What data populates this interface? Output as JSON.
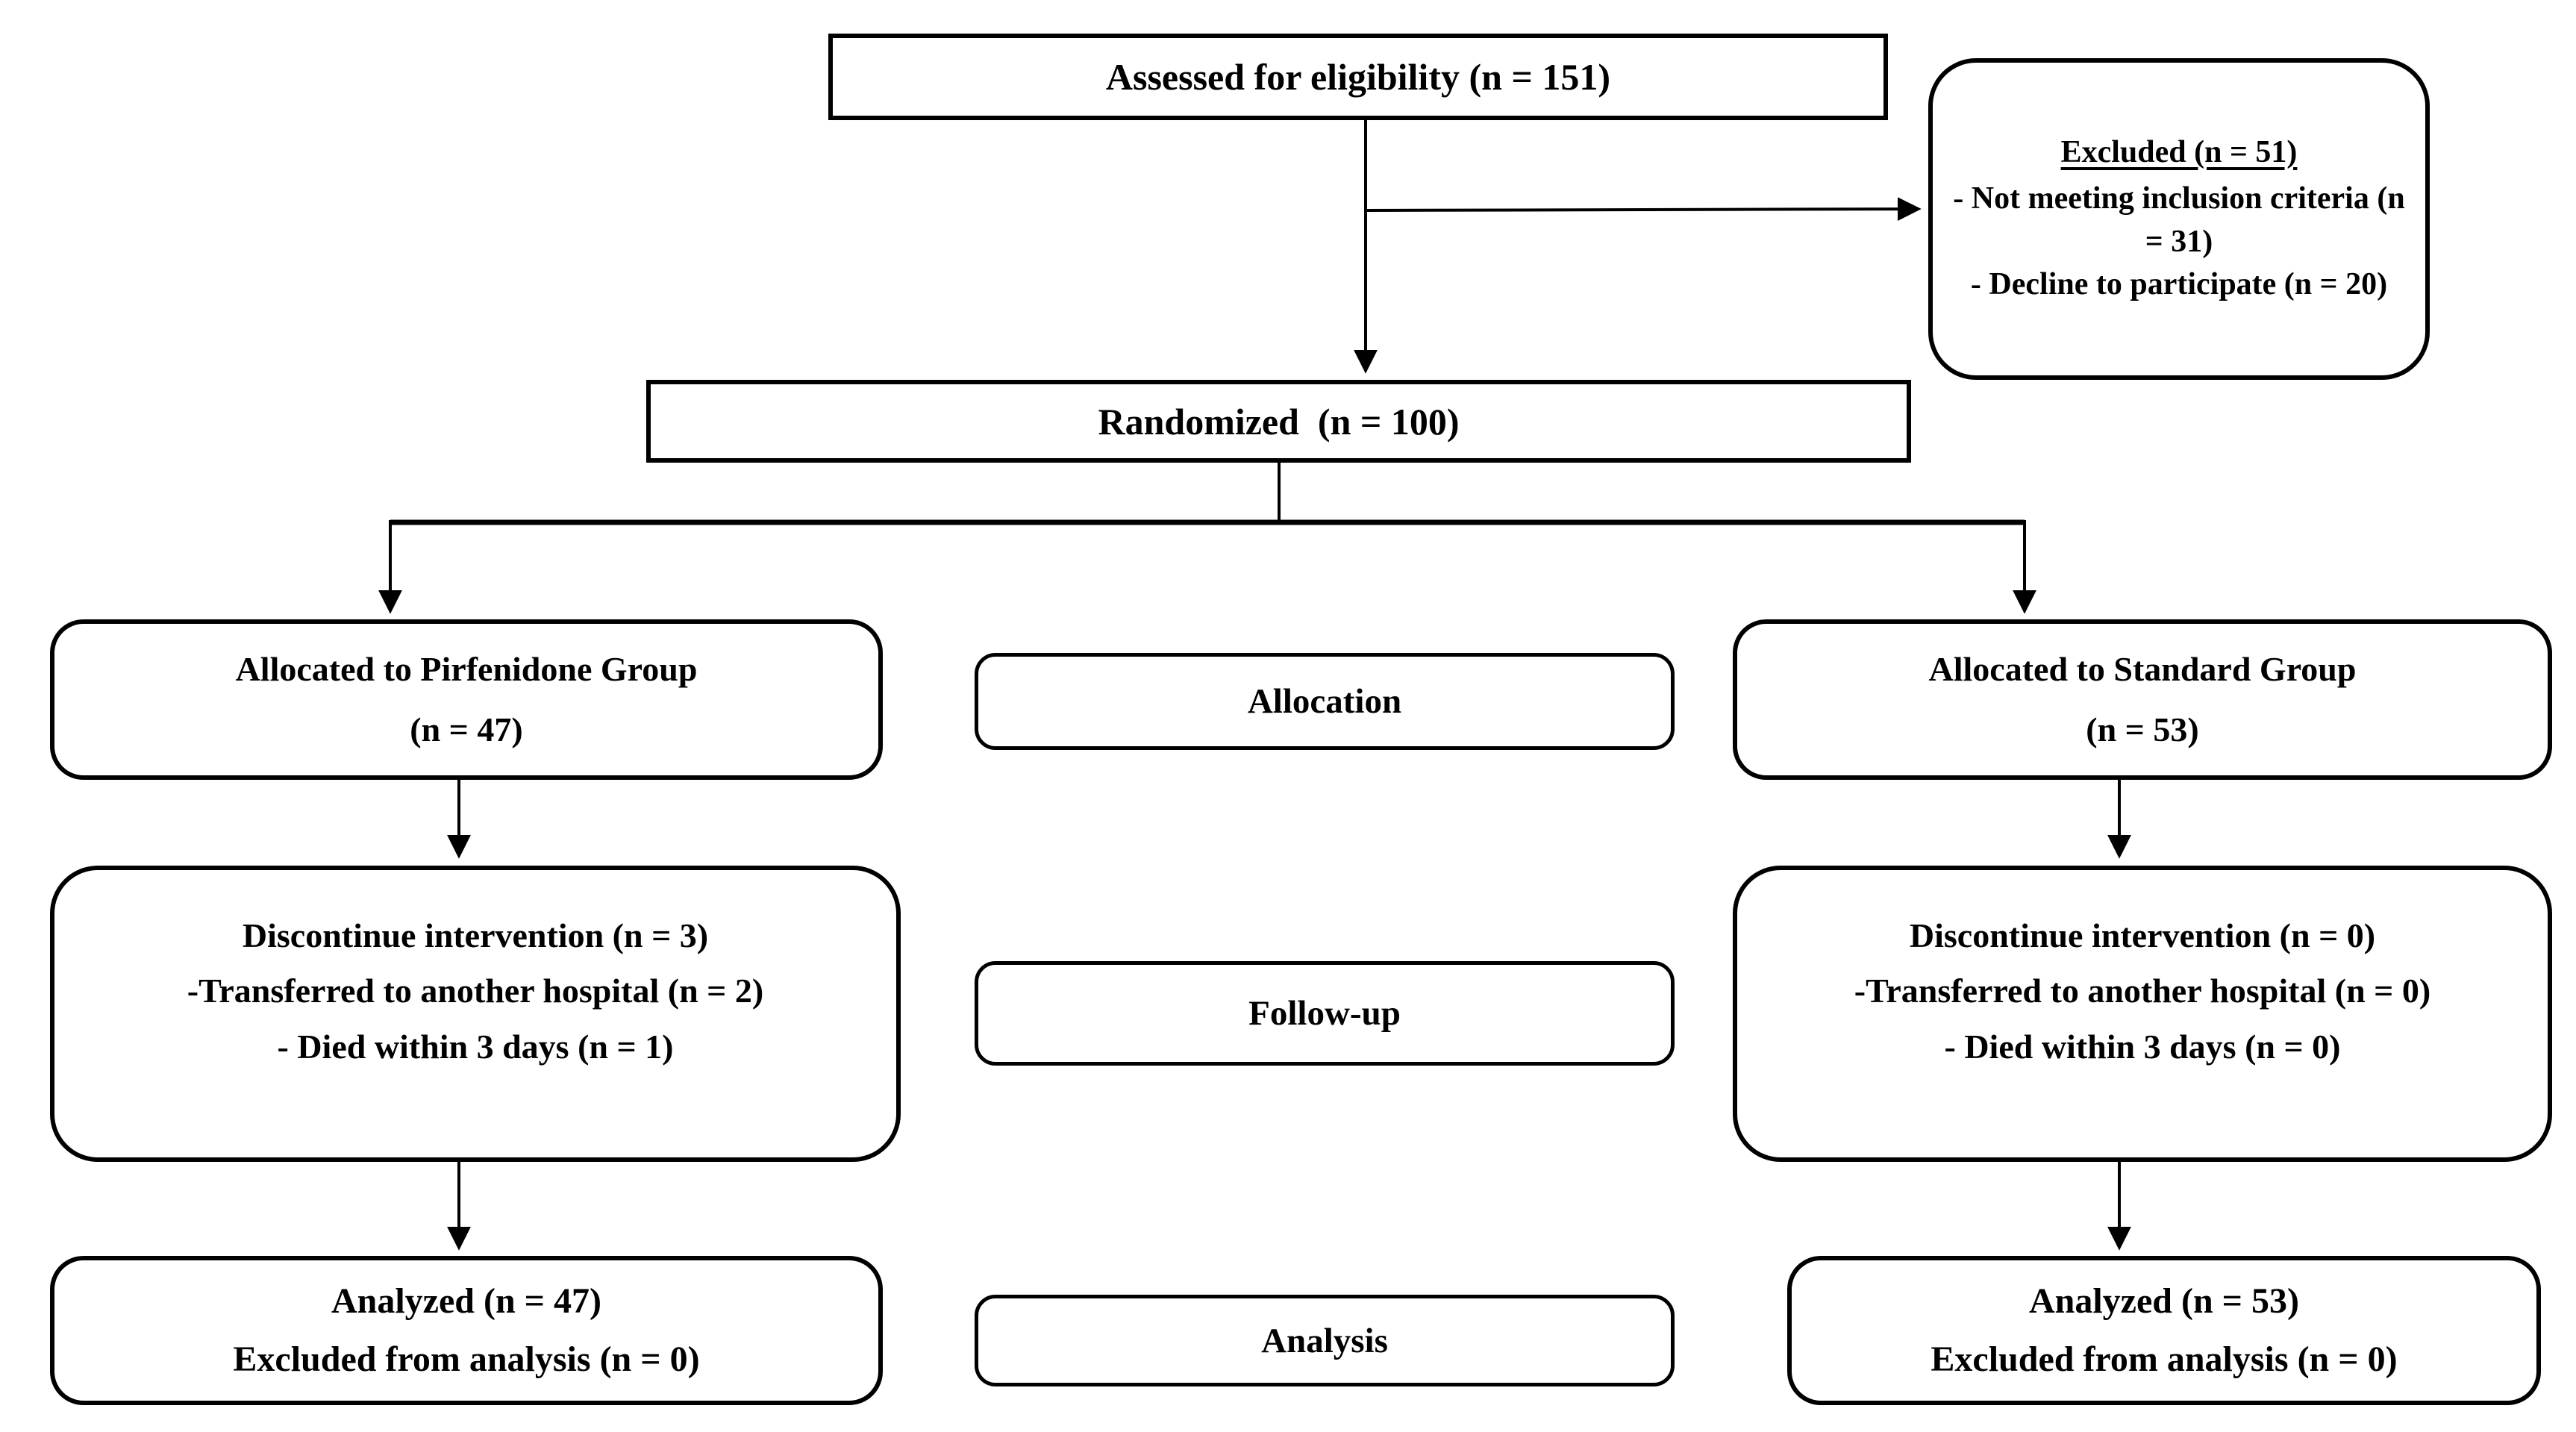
{
  "colors": {
    "box_border": "#000000",
    "background": "#ffffff",
    "text": "#000000"
  },
  "boxes": {
    "assessed": {
      "text": "Assessed for eligibility (n = 151)"
    },
    "excluded": {
      "title": "Excluded (n = 51)",
      "items": [
        "- Not meeting inclusion criteria (n = 31)",
        "- Decline to participate (n = 20)"
      ]
    },
    "randomized": {
      "text": "Randomized  (n = 100)"
    },
    "allocation_label": "Allocation",
    "followup_label": "Follow-up",
    "analysis_label": "Analysis",
    "pirfenidone_arm": {
      "allocated": {
        "line1": "Allocated to Pirfenidone Group",
        "line2": "(n = 47)"
      },
      "followup": {
        "lines": [
          "Discontinue intervention (n = 3)",
          "-Transferred to another hospital (n = 2)",
          "- Died within 3 days (n = 1)"
        ]
      },
      "analysis": {
        "lines": [
          "Analyzed (n = 47)",
          "Excluded from analysis (n = 0)"
        ]
      }
    },
    "standard_arm": {
      "allocated": {
        "line1": "Allocated to Standard Group",
        "line2": "(n = 53)"
      },
      "followup": {
        "lines": [
          "Discontinue intervention (n = 0)",
          "-Transferred to another hospital (n = 0)",
          "- Died within 3 days (n = 0)"
        ]
      },
      "analysis": {
        "lines": [
          "Analyzed (n = 53)",
          "Excluded from analysis (n = 0)"
        ]
      }
    }
  }
}
